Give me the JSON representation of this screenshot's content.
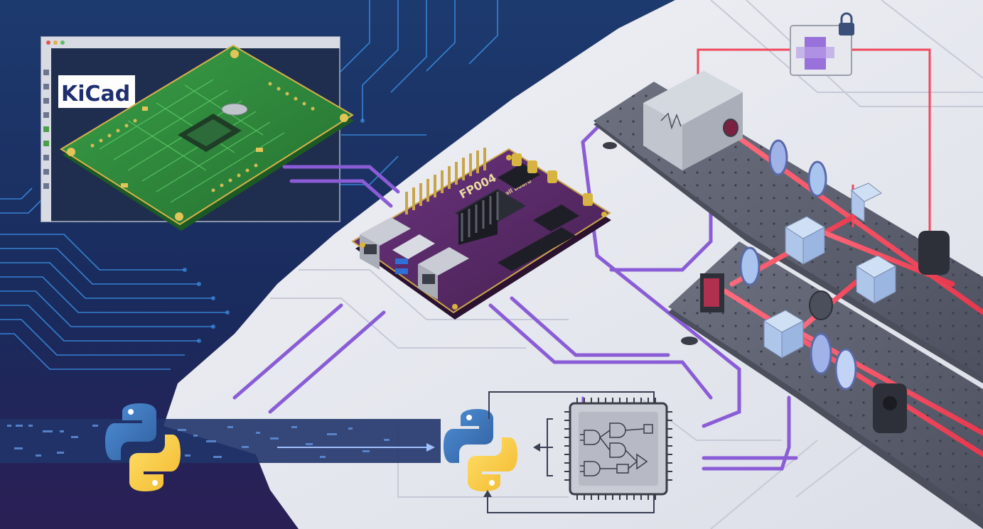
{
  "kicad_window": {
    "logo_text": "KiCad",
    "toolbar_icons": [
      "pointer-icon",
      "grid-icon",
      "ruler-icon",
      "zoom-icon",
      "route-icon",
      "via-icon",
      "layer-icon",
      "text-icon",
      "measure-icon",
      "settings-icon"
    ]
  },
  "fpga_board": {
    "label_main": "FP004",
    "label_sub": "Small Board"
  },
  "optics": {
    "lock_icon": "lock-icon",
    "laser_color": "#f0485c"
  },
  "colors": {
    "trace_purple": "#8a5cd6",
    "trace_blue": "#2aa8ff",
    "pcb_green": "#2f8a3a",
    "fpga_purple": "#5a2a6a",
    "background_dark": "#1b2452"
  }
}
